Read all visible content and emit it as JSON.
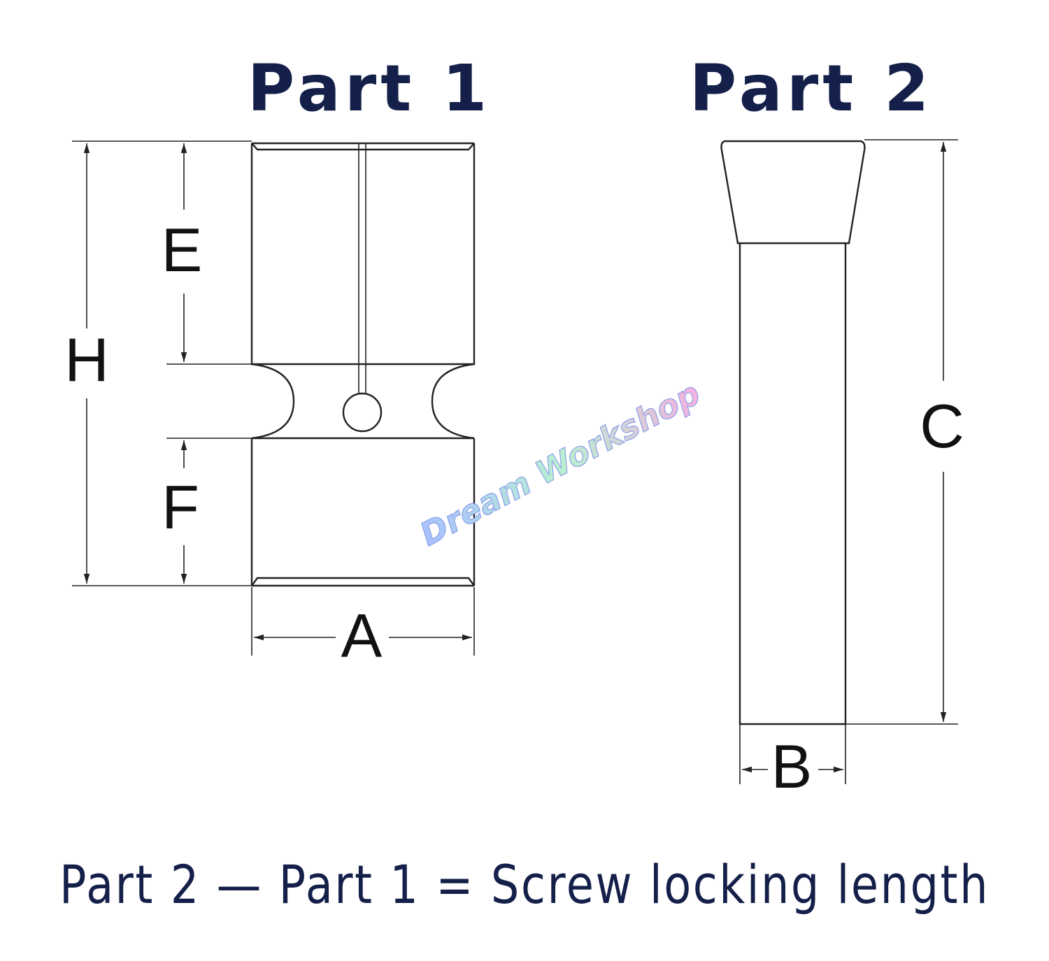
{
  "titles": {
    "part1": "Part 1",
    "part2": "Part 2"
  },
  "dimension_labels": {
    "A": "A",
    "B": "B",
    "C": "C",
    "E": "E",
    "F": "F",
    "H": "H"
  },
  "caption": "Part 2 — Part 1 = Screw locking length",
  "watermark": "Dream Workshop",
  "colors": {
    "title": "#15204a",
    "line": "#222222",
    "watermark_fill": "#b9c8f2",
    "watermark_stroke": "#f0a0d8"
  }
}
